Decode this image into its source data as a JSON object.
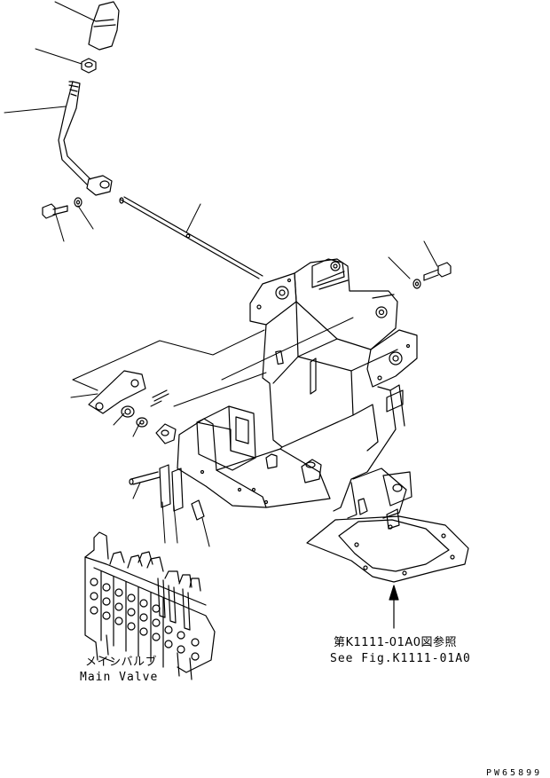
{
  "labels": {
    "ref_jp": "第K1111-01A0図参照",
    "ref_en": "See Fig.K1111-01A0",
    "valve_jp": "メインバルブ",
    "valve_en": "Main Valve",
    "drawing_code": "PW65899"
  },
  "colors": {
    "line": "#000000",
    "background": "#ffffff"
  }
}
